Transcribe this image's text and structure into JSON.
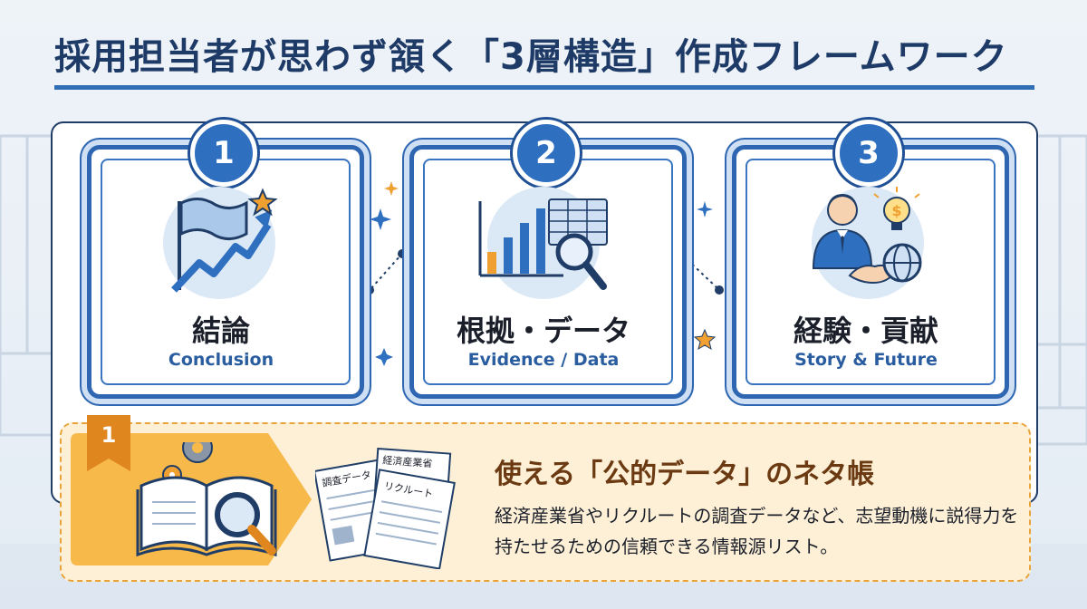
{
  "title": "採用担当者が思わず頷く「3層構造」作成フレームワーク",
  "colors": {
    "primary": "#2e6fc0",
    "navy": "#1e3a66",
    "accent_orange": "#f0a030",
    "bottom_bg": "#fdf0d6"
  },
  "steps": [
    {
      "number": "1",
      "title": "結論",
      "subtitle": "Conclusion",
      "icon": "flag-growth-arrow-icon"
    },
    {
      "number": "2",
      "title": "根拠・データ",
      "subtitle": "Evidence / Data",
      "icon": "bar-chart-magnifier-icon"
    },
    {
      "number": "3",
      "title": "経験・貢献",
      "subtitle": "Story & Future",
      "icon": "businessman-handshake-icon"
    }
  ],
  "resource": {
    "badge": "1",
    "title": "使える「公的データ」のネタ帳",
    "description": "経済産業省やリクルートの調査データなど、志望動機に説得力を持たせるための信頼できる情報源リスト。",
    "docs": [
      "調査データ",
      "経済産業省",
      "リクルート"
    ],
    "icon": "open-book-magnifier-icon"
  }
}
